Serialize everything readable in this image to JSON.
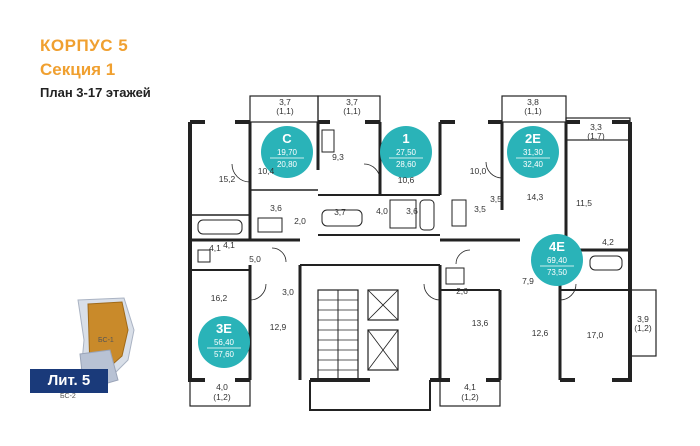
{
  "header": {
    "building": "КОРПУС 5",
    "section": "Секция 1",
    "plan": "План 3-17 этажей"
  },
  "colors": {
    "accent": "#f0a030",
    "badge": "#2ab3b8",
    "wall": "#222222",
    "locator_highlight": "#c98a2a",
    "locator_block": "#1a3a7a"
  },
  "badges": [
    {
      "code": "С",
      "area": "19,70",
      "total": "20,80"
    },
    {
      "code": "1",
      "area": "27,50",
      "total": "28,60"
    },
    {
      "code": "2Е",
      "area": "31,30",
      "total": "32,40"
    },
    {
      "code": "4Е",
      "area": "69,40",
      "total": "73,50"
    },
    {
      "code": "3Е",
      "area": "56,40",
      "total": "57,60"
    }
  ],
  "rooms": [
    {
      "v": "3,7"
    },
    {
      "v": "(1,1)"
    },
    {
      "v": "3,7"
    },
    {
      "v": "(1,1)"
    },
    {
      "v": "3,8"
    },
    {
      "v": "(1,1)"
    },
    {
      "v": "3,3"
    },
    {
      "v": "(1,7)"
    },
    {
      "v": "15,2"
    },
    {
      "v": "10,4"
    },
    {
      "v": "9,3"
    },
    {
      "v": "10,6"
    },
    {
      "v": "10,0"
    },
    {
      "v": "14,3"
    },
    {
      "v": "11,5"
    },
    {
      "v": "3,6"
    },
    {
      "v": "2,0"
    },
    {
      "v": "3,7"
    },
    {
      "v": "4,0"
    },
    {
      "v": "3,6"
    },
    {
      "v": "3,5"
    },
    {
      "v": "3,5"
    },
    {
      "v": "4,1"
    },
    {
      "v": "4,1"
    },
    {
      "v": "4,2"
    },
    {
      "v": "5,0"
    },
    {
      "v": "3,0"
    },
    {
      "v": "16,2"
    },
    {
      "v": "12,9"
    },
    {
      "v": "2,6"
    },
    {
      "v": "7,9"
    },
    {
      "v": "13,6"
    },
    {
      "v": "12,6"
    },
    {
      "v": "17,0"
    },
    {
      "v": "3,9"
    },
    {
      "v": "(1,2)"
    },
    {
      "v": "4,0"
    },
    {
      "v": "(1,2)"
    },
    {
      "v": "4,1"
    },
    {
      "v": "(1,2)"
    }
  ],
  "locator": {
    "lit": "Лит. 5",
    "bs1": "БС-1",
    "bs2": "БС-2"
  }
}
